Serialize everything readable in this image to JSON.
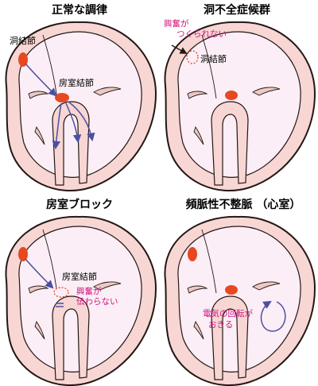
{
  "colors": {
    "heart_outer": "#f7d6d3",
    "chamber": "#fbeef6",
    "node": "#e8481f",
    "conduction_arrow": "#4b4fa3",
    "annotation_text": "#d0127d",
    "outline": "#231815"
  },
  "panels": [
    {
      "title": "正常な調律",
      "labels": {
        "sa_node": "洞結節",
        "av_node": "房室結節"
      }
    },
    {
      "title": "洞不全症候群",
      "labels": {
        "sa_node": "洞結節"
      },
      "annotation": [
        "興奮が",
        "つくられない"
      ]
    },
    {
      "title": "房室ブロック",
      "labels": {
        "av_node": "房室結節"
      },
      "annotation": [
        "興奮が",
        "伝わらない"
      ]
    },
    {
      "title": "頻脈性不整脈 （心室）",
      "annotation": [
        "電気の回転が",
        "おきる"
      ]
    }
  ]
}
